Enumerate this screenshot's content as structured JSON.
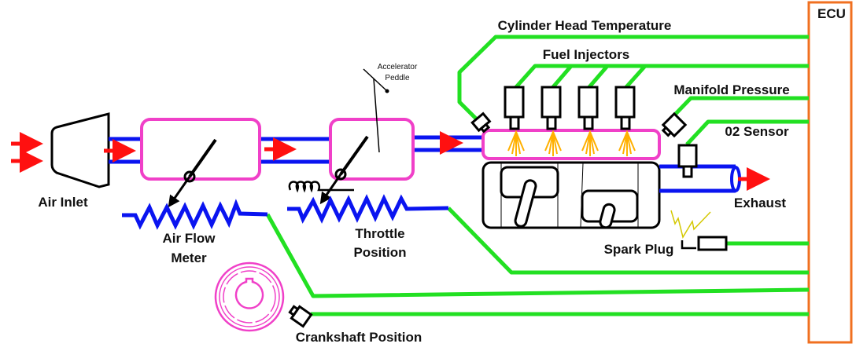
{
  "colors": {
    "signal_wire": "#22e022",
    "pipe": "#0a14f0",
    "housing": "#f040c8",
    "ecu": "#f07020",
    "airflow": "#ff1010",
    "fuel_spray": "#ffb000",
    "spark": "#d4c800"
  },
  "labels": {
    "ecu": "ECU",
    "cylinder_head_temperature": "Cylinder Head Temperature",
    "fuel_injectors": "Fuel Injectors",
    "manifold_pressure": "Manifold Pressure",
    "o2_sensor": "02 Sensor",
    "exhaust": "Exhaust",
    "spark_plug": "Spark Plug",
    "air_inlet": "Air Inlet",
    "air_flow_meter_line1": "Air Flow",
    "air_flow_meter_line2": "Meter",
    "throttle_position_line1": "Throttle",
    "throttle_position_line2": "Position",
    "crankshaft_position": "Crankshaft Position",
    "accelerator_line1": "Accelerator",
    "accelerator_line2": "Peddle"
  }
}
